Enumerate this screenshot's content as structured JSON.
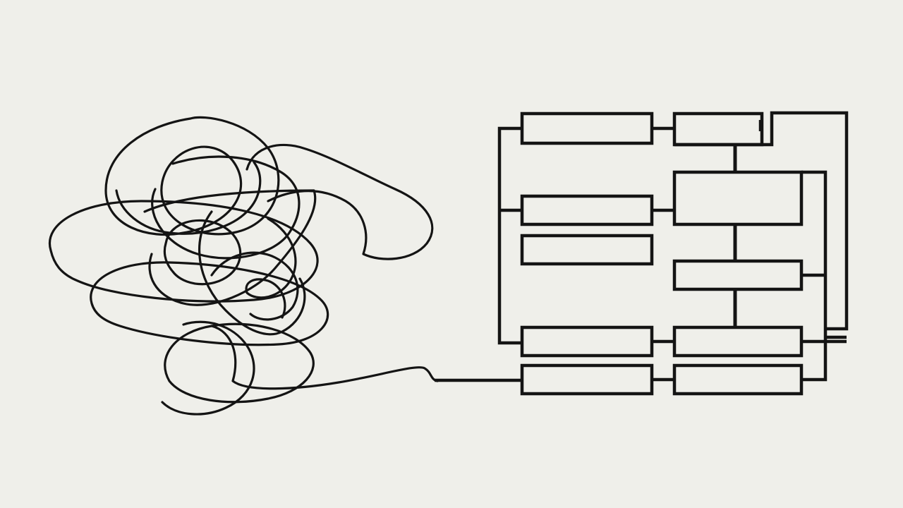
{
  "illustration": {
    "subject": "tangled-line-to-structured-flowchart",
    "colors": {
      "background": "#efefea",
      "ink": "#141414"
    },
    "elements": {
      "tangled_scribble": {
        "icon": "scribble-knot"
      },
      "connector_line": {
        "icon": "single-line"
      },
      "flowchart": {
        "left_column_boxes": 5,
        "right_column_boxes": 5,
        "icon": "block-diagram"
      }
    }
  }
}
